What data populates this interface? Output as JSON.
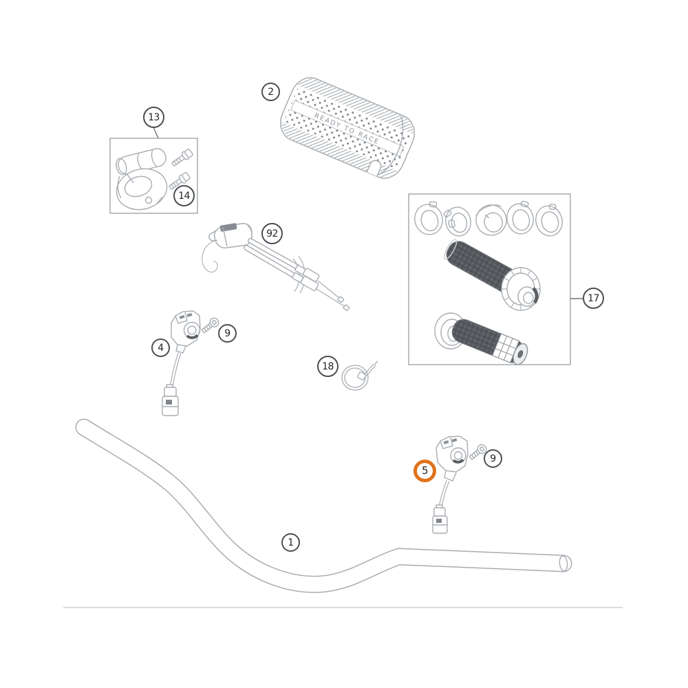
{
  "diagram": {
    "type": "exploded-parts-diagram",
    "subject": "handlebar-controls-assembly",
    "pad_text": "READY TO RACE",
    "callouts": [
      {
        "label": "13",
        "highlighted": false
      },
      {
        "label": "14",
        "highlighted": false
      },
      {
        "label": "2",
        "highlighted": false
      },
      {
        "label": "92",
        "highlighted": false
      },
      {
        "label": "4",
        "highlighted": false
      },
      {
        "label": "9",
        "highlighted": false
      },
      {
        "label": "18",
        "highlighted": false
      },
      {
        "label": "17",
        "highlighted": false
      },
      {
        "label": "5",
        "highlighted": true
      },
      {
        "label": "9",
        "highlighted": false
      },
      {
        "label": "1",
        "highlighted": false
      }
    ],
    "colors": {
      "background": "#ffffff",
      "line": "#a7acb1",
      "line_dark": "#868c91",
      "callout_stroke": "#4a4e53",
      "callout_text": "#232323",
      "highlight": "#e0731d",
      "grip_dark": "#565a5e",
      "divider": "#cdd0d3"
    }
  }
}
